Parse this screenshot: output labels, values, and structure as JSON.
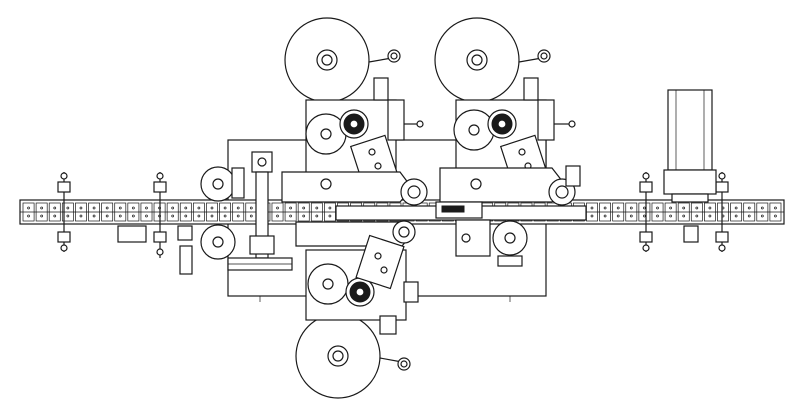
{
  "drawing": {
    "stroke_color": "#1a1a1a",
    "background_color": "#ffffff",
    "conveyor_link_count": 58,
    "labeling_heads": 3,
    "label_reels": 3
  }
}
